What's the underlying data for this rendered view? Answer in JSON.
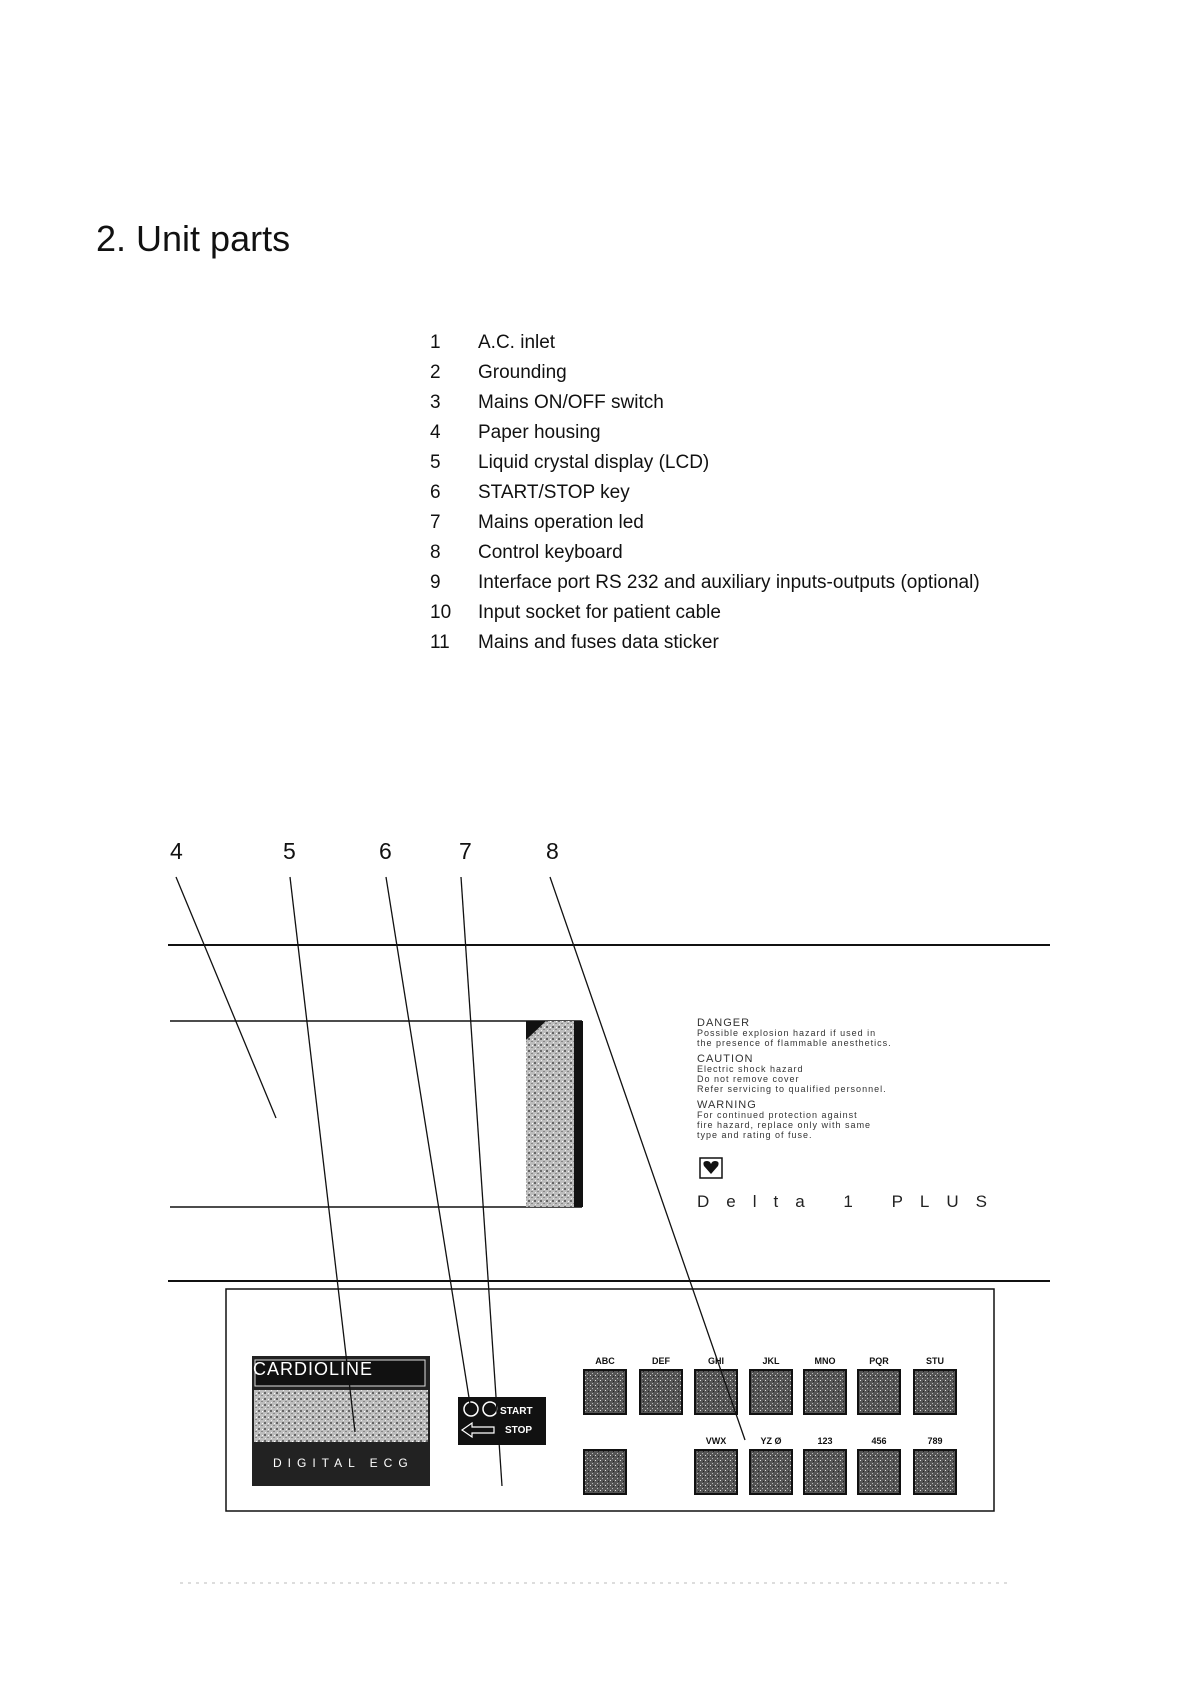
{
  "heading": "2. Unit parts",
  "parts": [
    {
      "num": "1",
      "label": "A.C. inlet"
    },
    {
      "num": "2",
      "label": "Grounding"
    },
    {
      "num": "3",
      "label": "Mains ON/OFF switch"
    },
    {
      "num": "4",
      "label": "Paper housing"
    },
    {
      "num": "5",
      "label": "Liquid crystal display (LCD)"
    },
    {
      "num": "6",
      "label": "START/STOP key"
    },
    {
      "num": "7",
      "label": "Mains operation led"
    },
    {
      "num": "8",
      "label": "Control keyboard"
    },
    {
      "num": "9",
      "label": "Interface port RS 232 and auxiliary inputs-outputs (optional)"
    },
    {
      "num": "10",
      "label": "Input socket for patient cable"
    },
    {
      "num": "11",
      "label": "Mains and fuses data sticker"
    }
  ],
  "callouts": [
    "4",
    "5",
    "6",
    "7",
    "8"
  ],
  "warning": {
    "danger_head": "DANGER",
    "danger_1": "Possible explosion hazard if used in",
    "danger_2": "the presence of flammable anesthetics.",
    "caution_head": "CAUTION",
    "caution_1": "Electric shock hazard",
    "caution_2": "Do not remove cover",
    "caution_3": "Refer servicing to qualified personnel.",
    "warning_head": "WARNING",
    "warning_1": "For continued protection against",
    "warning_2": "fire hazard, replace only with same",
    "warning_3": "type and rating of fuse."
  },
  "model_name": "Delta 1 PLUS",
  "lcd": {
    "brand": "CARDIOLINE",
    "subtitle": "DIGITAL ECG"
  },
  "start_stop": {
    "start": "START",
    "stop": "STOP"
  },
  "keys_top": [
    "ABC",
    "DEF",
    "GHI",
    "JKL",
    "MNO",
    "PQR",
    "STU"
  ],
  "keys_bottom": [
    "VWX",
    "YZ Ø",
    "123",
    "456",
    "789"
  ]
}
